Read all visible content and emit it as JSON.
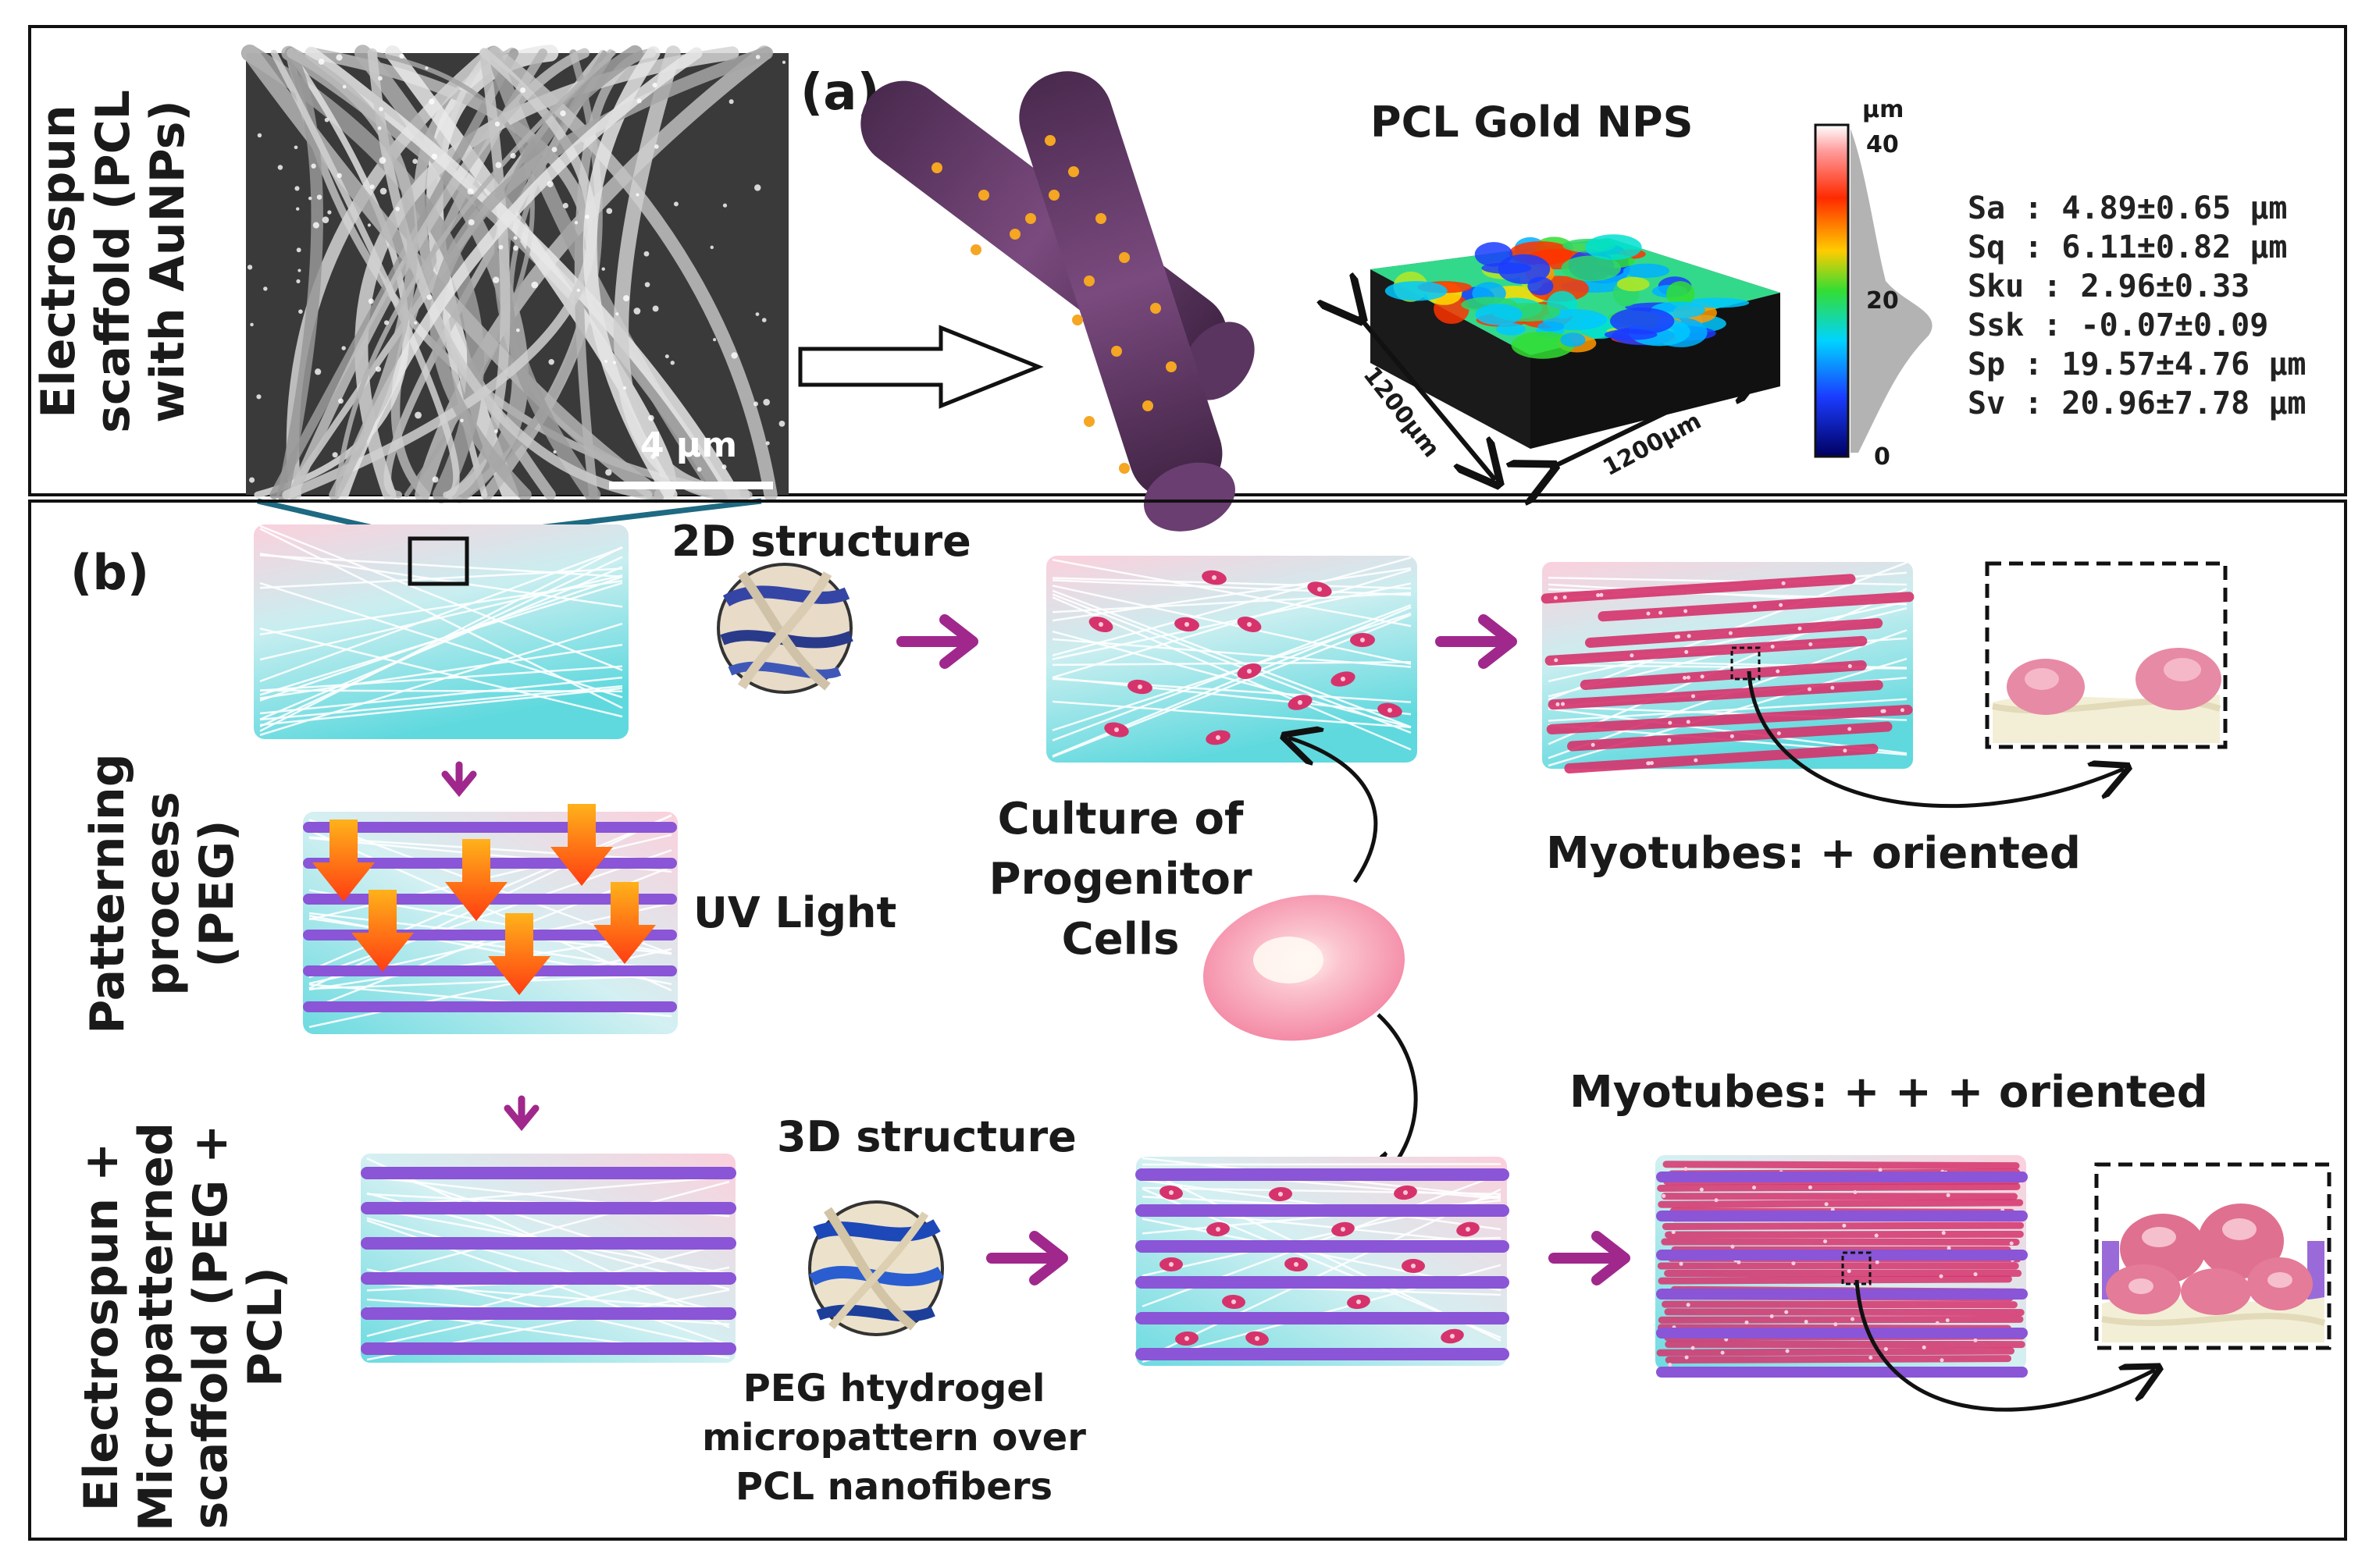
{
  "panel_a": {
    "label": "(a)",
    "side_label_lines": [
      "Electrospun",
      "scaffold (PCL",
      "with AuNPs)"
    ],
    "sem_scale": "4 µm",
    "profile_title": "PCL Gold NPS",
    "dim_left": "1200µm",
    "dim_right": "1200µm",
    "colorbar": {
      "unit": "µm",
      "max": "40",
      "mid": "20",
      "min": "0"
    },
    "stats": [
      "Sa : 4.89±0.65 µm",
      "Sq : 6.11±0.82 µm",
      "Sku : 2.96±0.33",
      "Ssk : -0.07±0.09",
      "Sp : 19.57±4.76 µm",
      "Sv : 20.96±7.78 µm"
    ]
  },
  "panel_b": {
    "label": "(b)",
    "structure_2d": "2D structure",
    "structure_3d": "3D structure",
    "patterning_lines": [
      "Patterning",
      "process",
      "(PEG)"
    ],
    "uv_light": "UV Light",
    "culture_lines": [
      "Culture of",
      "Progenitor",
      "Cells"
    ],
    "myotubes_top": "Myotubes: + oriented",
    "myotubes_bottom": "Myotubes: + + + oriented",
    "micropatterned_lines": [
      "Electrospun +",
      "Micropatterned",
      "scaffold (PEG +",
      "PCL)"
    ],
    "peg_caption_lines": [
      "PEG htydrogel",
      "micropattern over",
      "PCL nanofibers"
    ]
  },
  "colors": {
    "arrow_magenta": "#a0288c",
    "purple_stripe": "#8a55d6",
    "cell_pink": "#d6336c",
    "scaffold_cyan": "#6fdde0",
    "scaffold_pink": "#f9cbd8",
    "uv_orange": "#ff6a1a"
  }
}
